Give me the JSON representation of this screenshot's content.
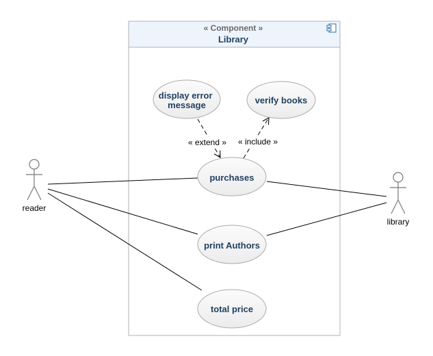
{
  "component": {
    "stereotype": "« Component »",
    "name": "Library",
    "icon": "component-icon"
  },
  "use_cases": {
    "display_error": [
      "display error",
      "message"
    ],
    "verify_books": "verify books",
    "purchases": "purchases",
    "print_authors": "print Authors",
    "total_price": "total price"
  },
  "actors": {
    "reader": "reader",
    "library": "library"
  },
  "relations": {
    "extend": "« extend »",
    "include": "« include »"
  },
  "colors": {
    "component_header": "#eef4fc",
    "component_border": "#b0b0b0",
    "use_case_fill": "#f3f3f3",
    "use_case_stroke": "#aaaaaa",
    "label_text": "#1f3f5f",
    "icon": "#2d6fa8"
  }
}
